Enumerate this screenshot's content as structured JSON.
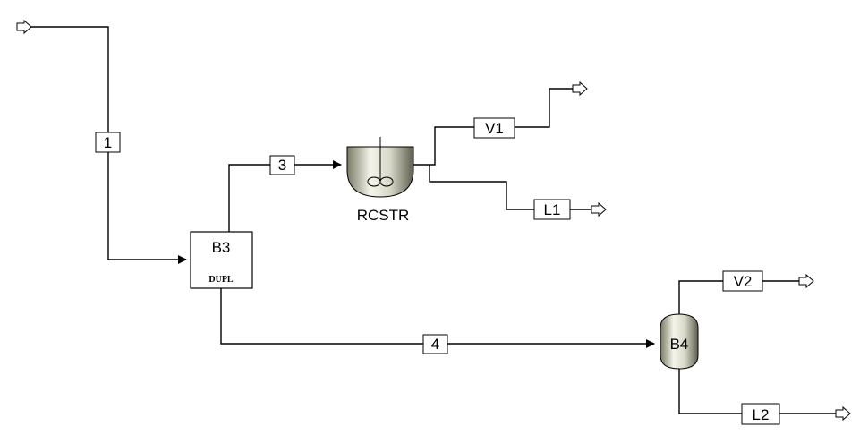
{
  "streams": {
    "s1": "1",
    "s3": "3",
    "s4": "4",
    "v1": "V1",
    "l1": "L1",
    "v2": "V2",
    "l2": "L2"
  },
  "blocks": {
    "b3": {
      "name": "B3",
      "type": "DUPL"
    },
    "rcstr": {
      "name": "RCSTR"
    },
    "b4": {
      "name": "B4"
    }
  },
  "colors": {
    "line": "#000000",
    "vessel_light": "#f2f2e6",
    "vessel_dark": "#6e6e5c"
  },
  "icons": {
    "feed": "open-arrow-icon",
    "product": "open-arrow-icon",
    "reactor": "cstr-vessel-icon",
    "flash": "flash-drum-icon"
  }
}
